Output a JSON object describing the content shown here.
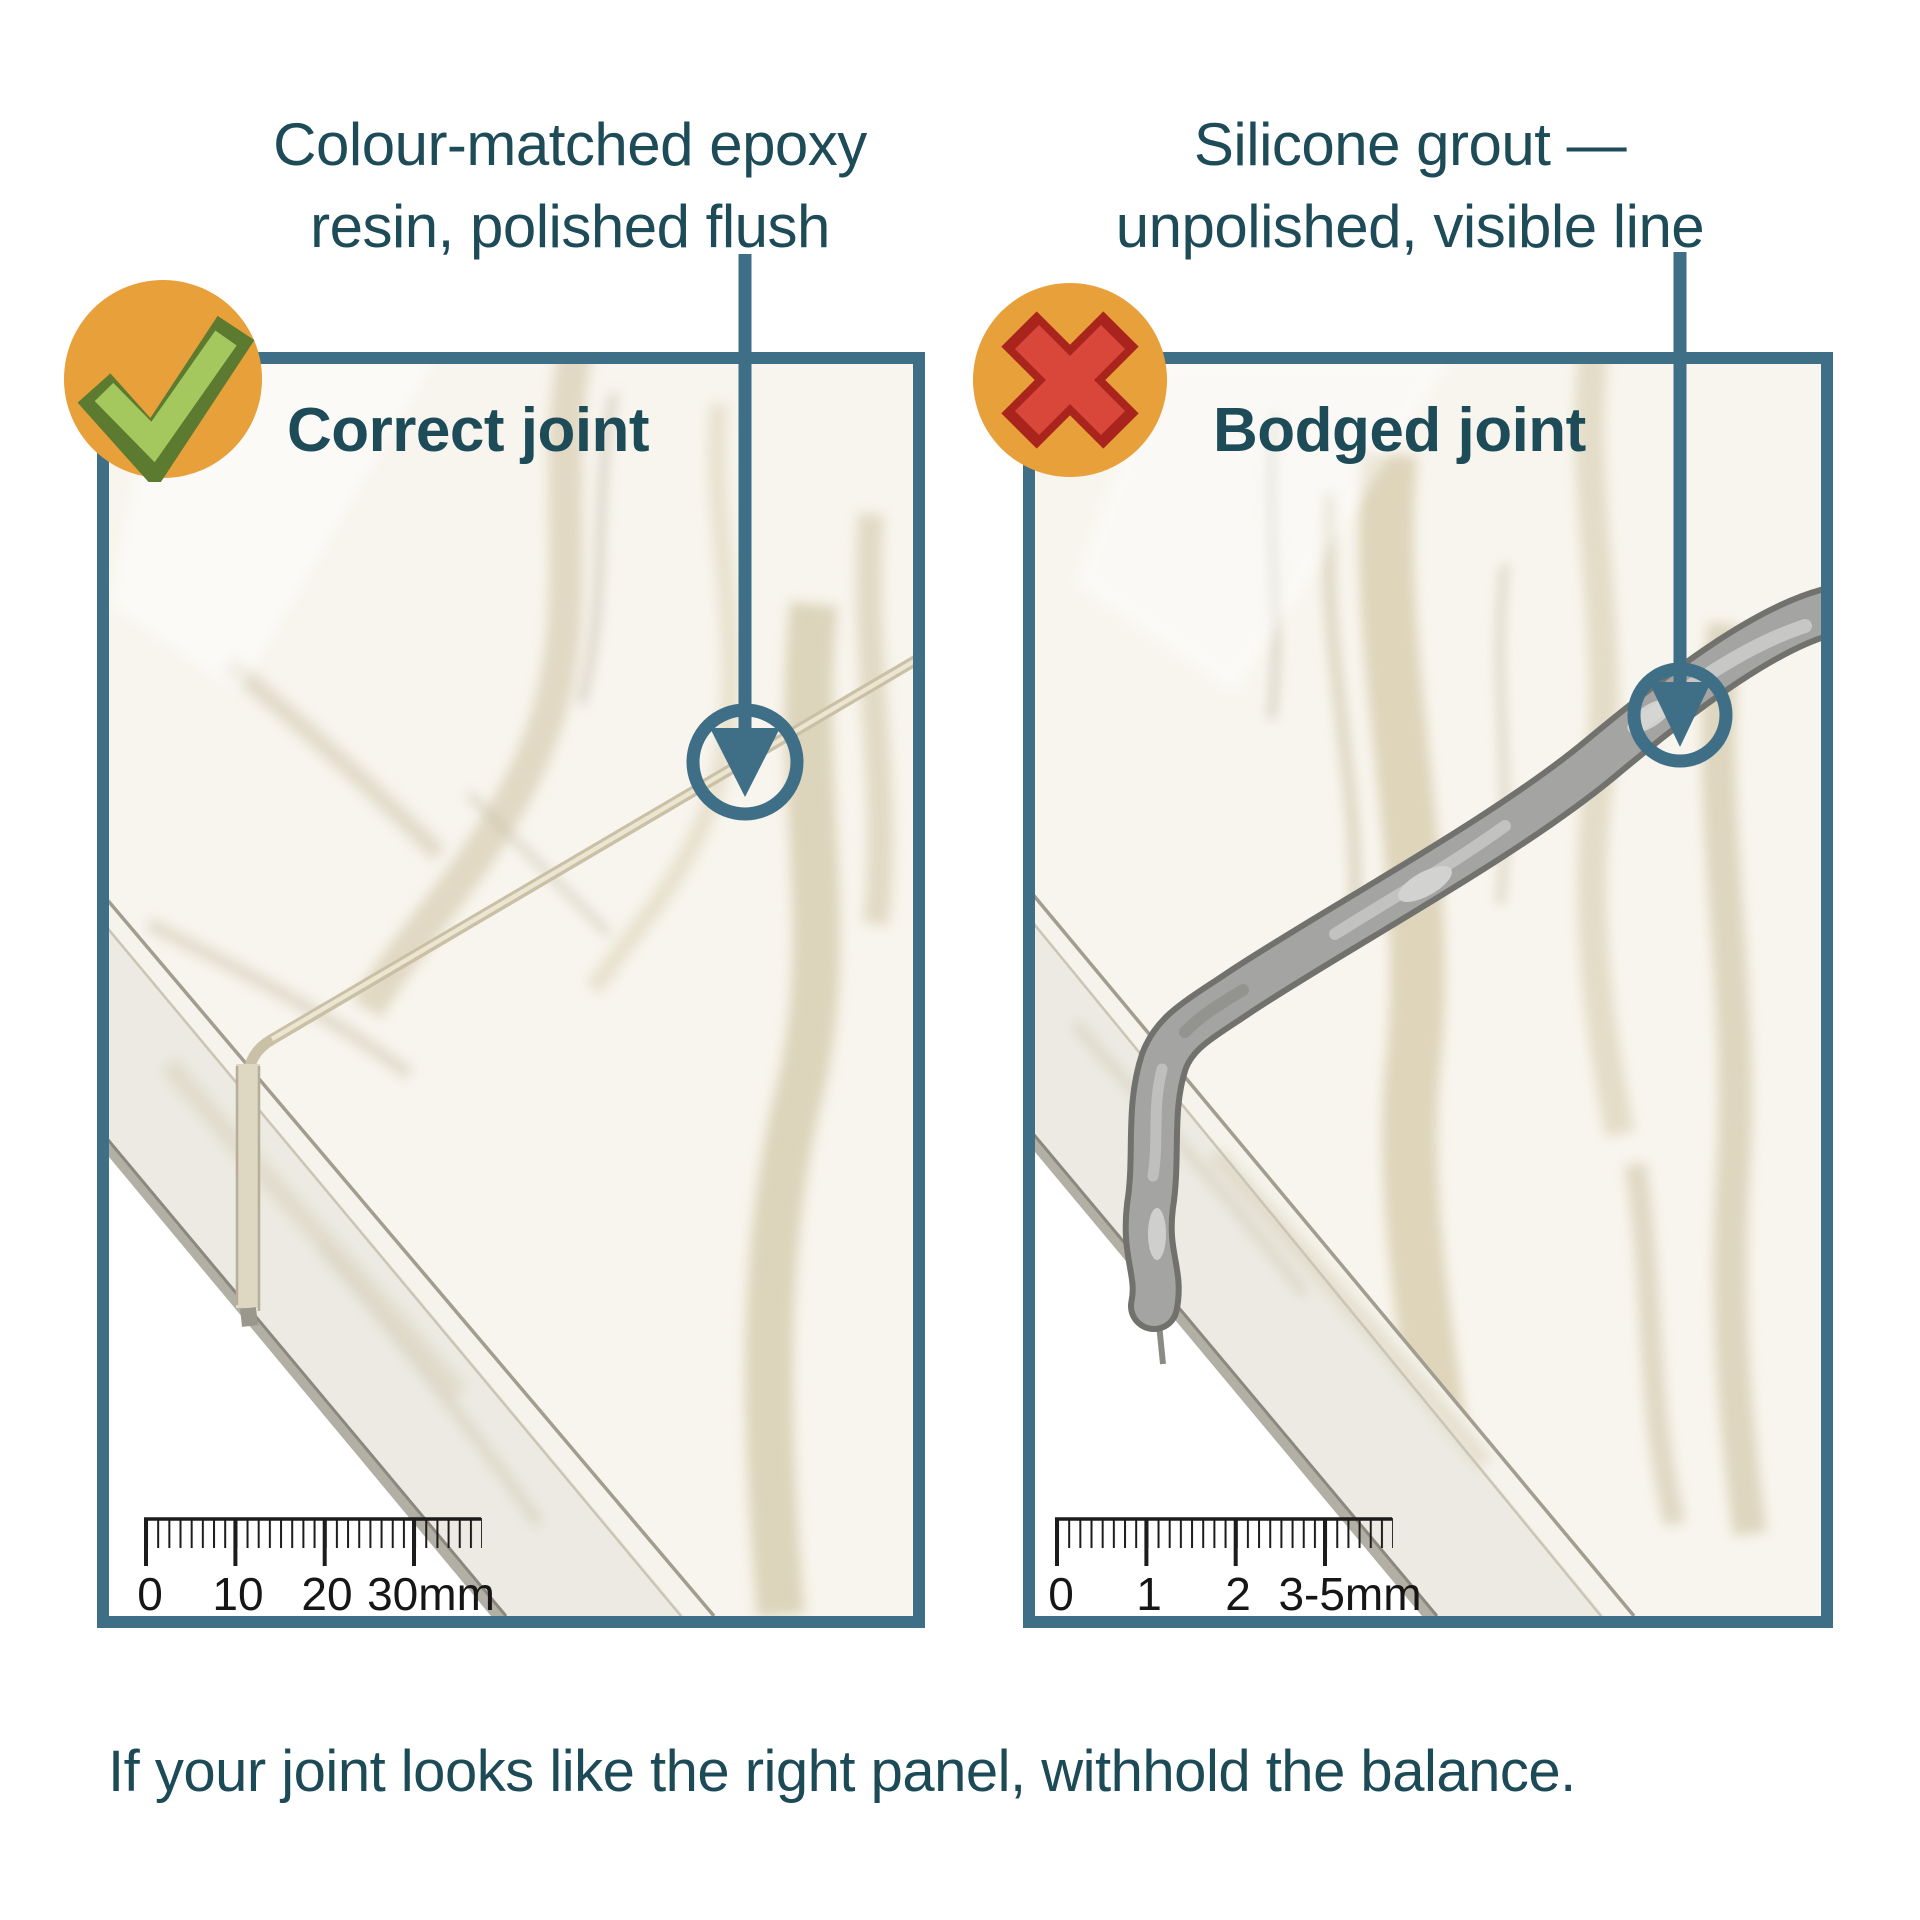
{
  "colors": {
    "frame_teal": "#3f6e87",
    "text_teal": "#1d4b58",
    "badge_orange": "#e7a03a",
    "check_green": "#a5c85e",
    "check_green_dark": "#5c7a30",
    "cross_red": "#d9473a",
    "cross_red_dark": "#a8241d",
    "ruler_black": "#1c1c1c",
    "silicone_grey": "#a4a4a2",
    "epoxy_beige": "#ded7c2",
    "marble_base": "#f8f5ee"
  },
  "annotations": {
    "left": {
      "line1": "Colour-matched epoxy",
      "line2": "resin, polished flush"
    },
    "right": {
      "line1": "Silicone grout —",
      "line2": "unpolished, visible line"
    }
  },
  "panels": {
    "left": {
      "title": "Correct joint",
      "badge": "check",
      "ruler": [
        "0",
        "10",
        "20",
        "30mm"
      ]
    },
    "right": {
      "title": "Bodged joint",
      "badge": "cross",
      "ruler": [
        "0",
        "1",
        "2",
        "3-5mm"
      ]
    }
  },
  "caption": "If your joint looks like the right panel, withhold the balance."
}
